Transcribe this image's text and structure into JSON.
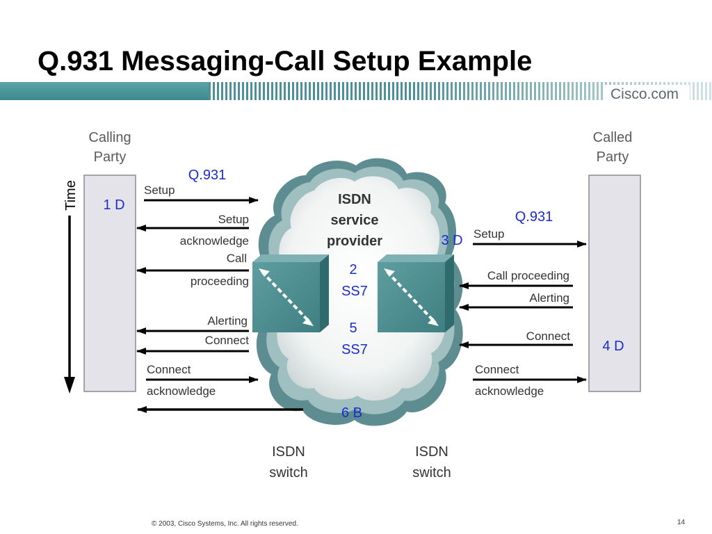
{
  "slide": {
    "title": "Q.931 Messaging-Call Setup Example",
    "brand": "Cisco.com",
    "footer": "© 2003, Cisco Systems, Inc. All rights reserved.",
    "page_number": "14"
  },
  "diagram": {
    "calling_party": [
      "Calling",
      "Party"
    ],
    "called_party": [
      "Called",
      "Party"
    ],
    "time_label": "Time",
    "cloud_label": [
      "ISDN",
      "service",
      "provider"
    ],
    "switch_label": [
      "ISDN",
      "switch"
    ],
    "steps": {
      "s1": "1 D",
      "s2": [
        "2",
        "SS7"
      ],
      "s3": "3 D",
      "s4": "4 D",
      "s5": [
        "5",
        "SS7"
      ],
      "s6": "6 B"
    },
    "protocol_left": "Q.931",
    "protocol_right": "Q.931",
    "left_messages": {
      "setup": "Setup",
      "setup_ack": [
        "Setup",
        "acknowledge"
      ],
      "call_proceeding": [
        "Call",
        "proceeding"
      ],
      "alerting": "Alerting",
      "connect": "Connect",
      "connect_ack": [
        "Connect",
        "acknowledge"
      ]
    },
    "right_messages": {
      "setup": "Setup",
      "call_proceeding": "Call proceeding",
      "alerting": "Alerting",
      "connect": "Connect",
      "connect_ack": [
        "Connect",
        "acknowledge"
      ]
    },
    "colors": {
      "step_text": "#1a2ccc",
      "cloud_dark": "#5d8d90",
      "cloud_mid": "#9fbfc1",
      "switch_face": "#4f8f92",
      "party_box": "#e3e3e9"
    }
  }
}
